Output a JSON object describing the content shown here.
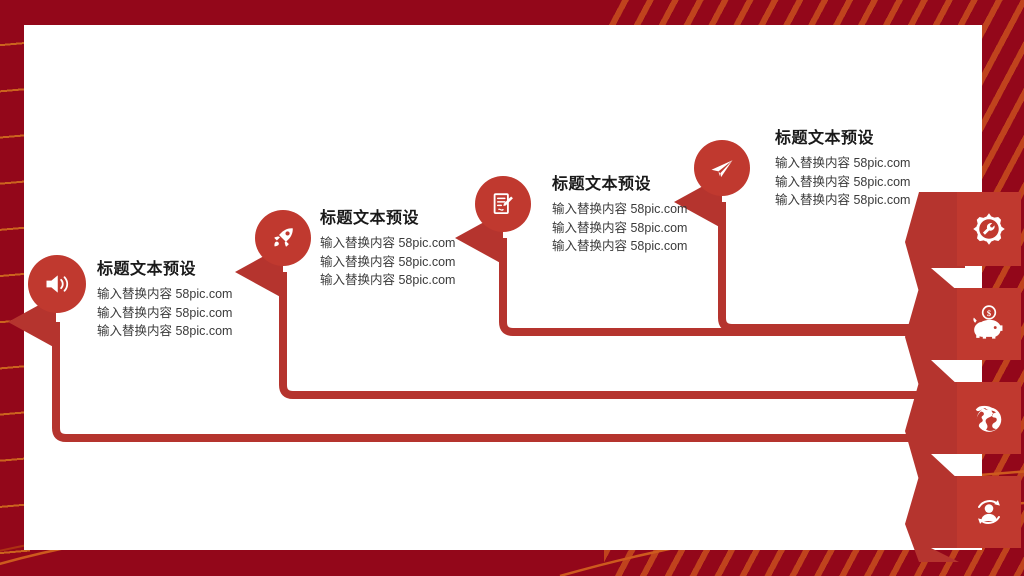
{
  "slide": {
    "background_color": "#93071a",
    "accent_color": "#c0392f",
    "stripe_color": "#cd551e",
    "canvas_color": "#ffffff",
    "title_text_color": "#1a1a1a",
    "body_text_color": "#3a3a3a"
  },
  "nodes": [
    {
      "id": "node-1",
      "icon": "speaker-icon",
      "title": "标题文本预设",
      "lines": [
        "输入替换内容 58pic.com",
        "输入替换内容 58pic.com",
        "输入替换内容 58pic.com"
      ]
    },
    {
      "id": "node-2",
      "icon": "rocket-icon",
      "title": "标题文本预设",
      "lines": [
        "输入替换内容 58pic.com",
        "输入替换内容 58pic.com",
        "输入替换内容 58pic.com"
      ]
    },
    {
      "id": "node-3",
      "icon": "document-pen-icon",
      "title": "标题文本预设",
      "lines": [
        "输入替换内容 58pic.com",
        "输入替换内容 58pic.com",
        "输入替换内容 58pic.com"
      ]
    },
    {
      "id": "node-4",
      "icon": "paper-plane-icon",
      "title": "标题文本预设",
      "lines": [
        "输入替换内容 58pic.com",
        "输入替换内容 58pic.com",
        "输入替换内容 58pic.com"
      ]
    }
  ],
  "icon_cards": [
    {
      "id": "card-1",
      "icon": "gear-wrench-icon"
    },
    {
      "id": "card-2",
      "icon": "piggy-bank-icon"
    },
    {
      "id": "card-3",
      "icon": "globe-icon"
    },
    {
      "id": "card-4",
      "icon": "user-refresh-icon"
    }
  ]
}
